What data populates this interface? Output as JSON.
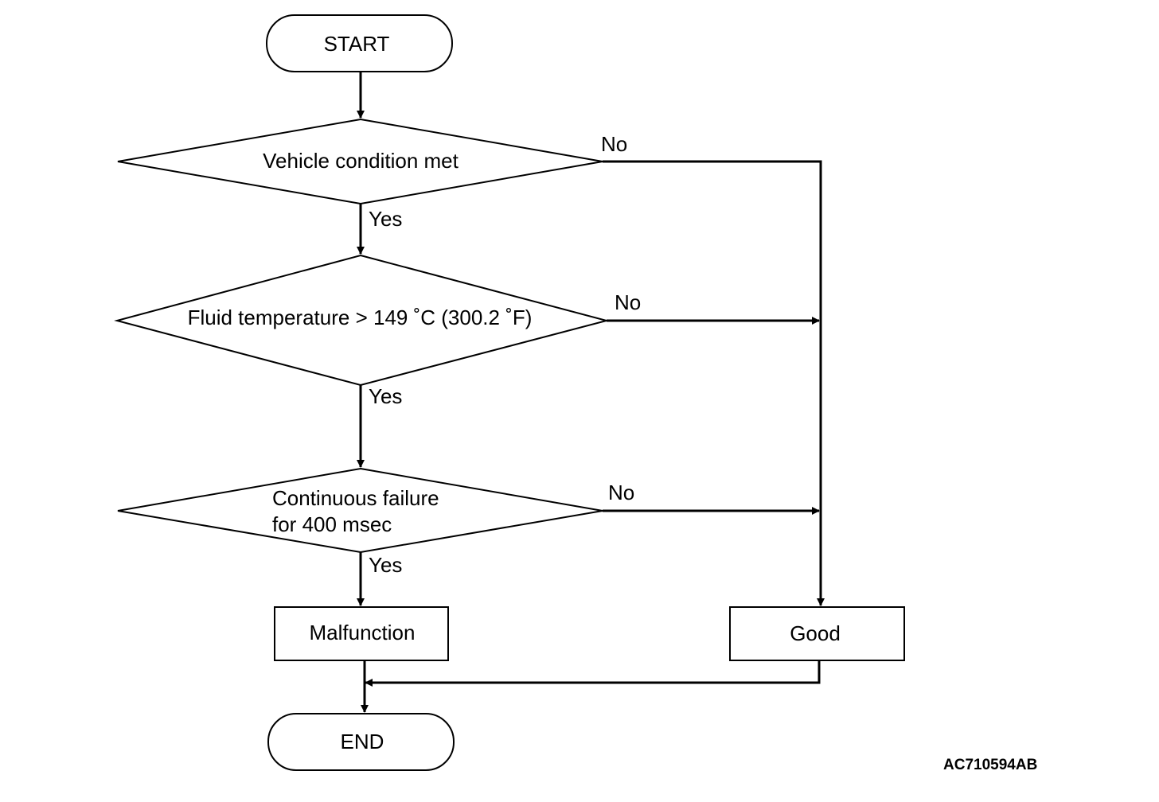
{
  "nodes": {
    "start": "START",
    "decision_vehicle": "Vehicle condition met",
    "decision_fluid": "Fluid temperature > 149 ˚C (300.2 ˚F)",
    "decision_continuous_line1": "Continuous failure",
    "decision_continuous_line2": "for 400 msec",
    "malfunction": "Malfunction",
    "good": "Good",
    "end": "END"
  },
  "edges": {
    "yes": "Yes",
    "no": "No"
  },
  "figure_code": "AC710594AB"
}
